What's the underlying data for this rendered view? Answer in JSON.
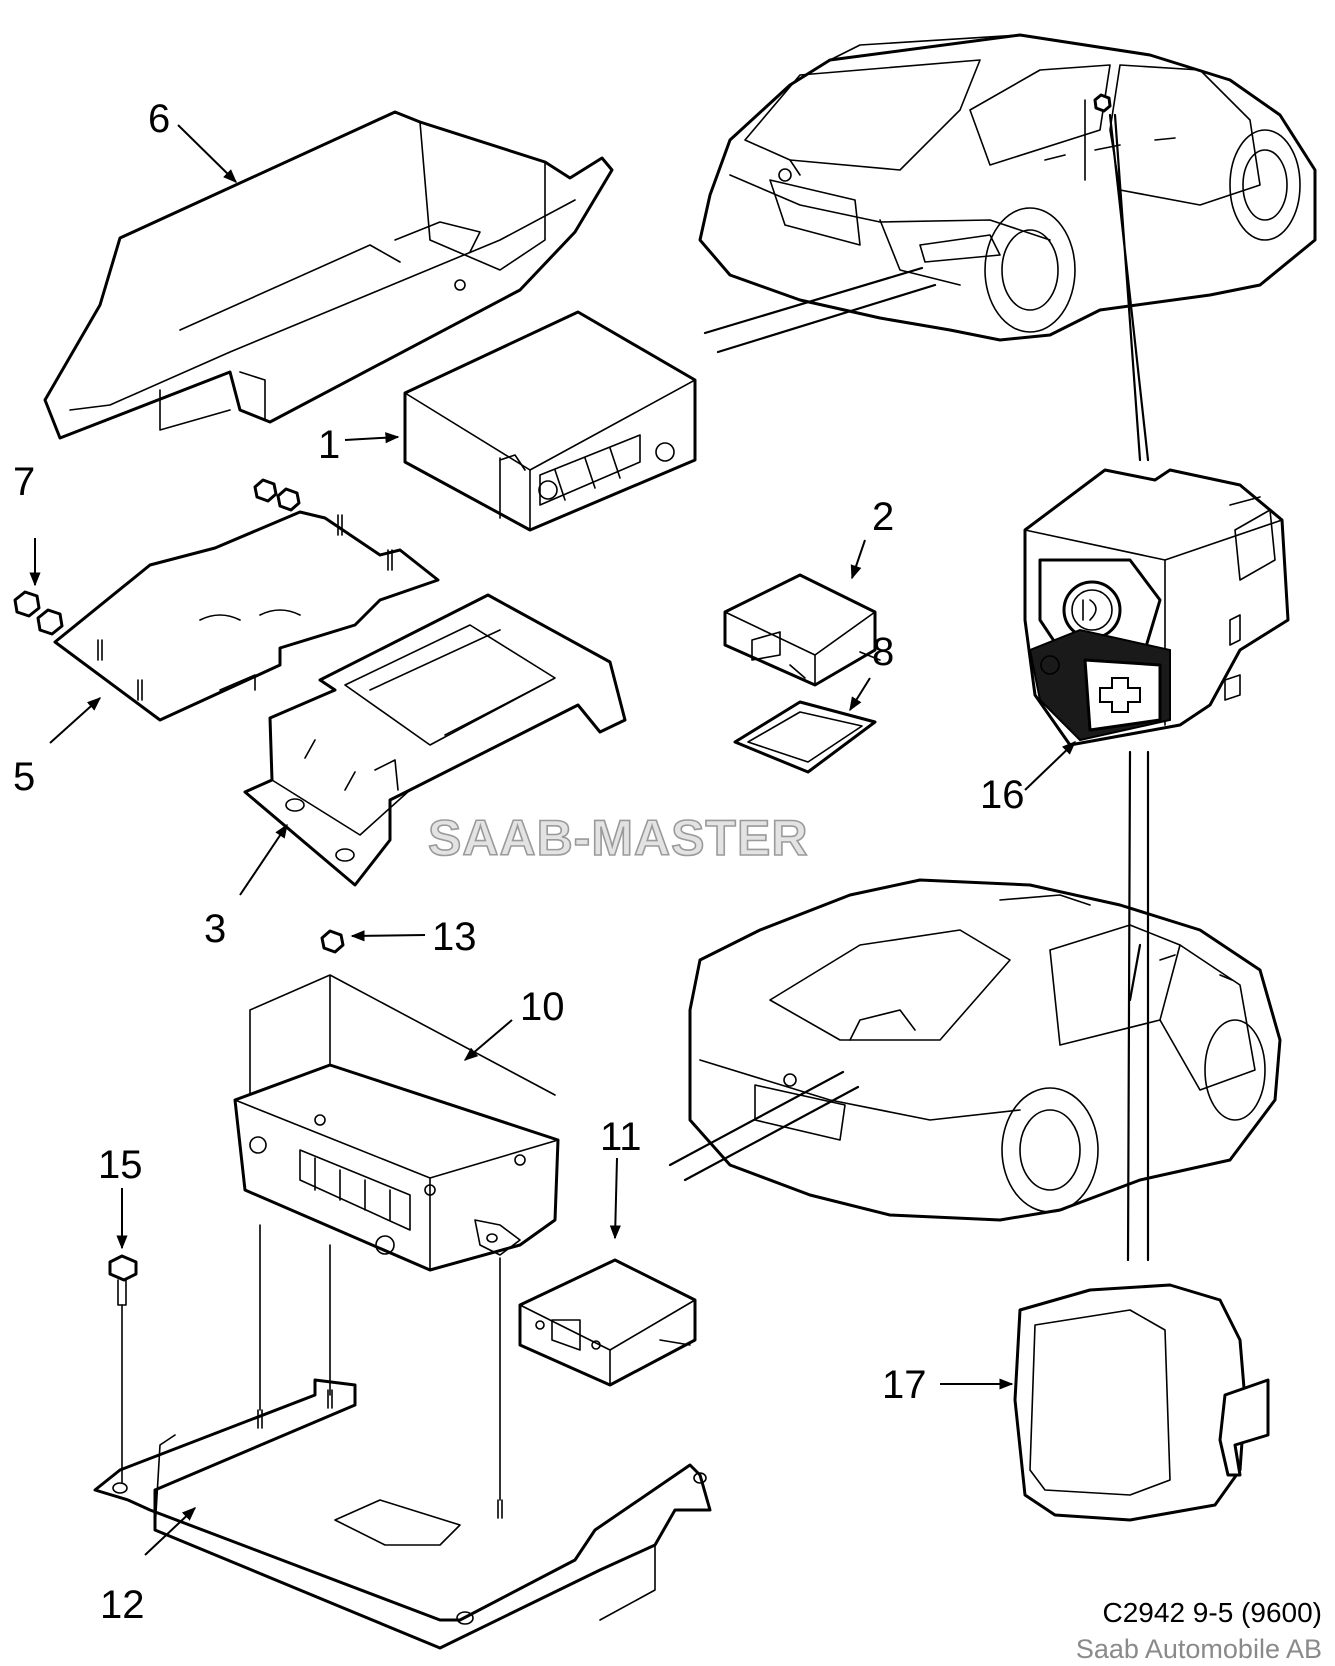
{
  "callouts": {
    "n1": "1",
    "n2": "2",
    "n3": "3",
    "n5": "5",
    "n6": "6",
    "n7": "7",
    "n8": "8",
    "n10": "10",
    "n11": "11",
    "n12": "12",
    "n13": "13",
    "n15": "15",
    "n16": "16",
    "n17": "17"
  },
  "watermark": "SAAB-MASTER",
  "footer": {
    "code": "C2942 9-5 (9600)",
    "brand": "Saab Automobile AB"
  }
}
